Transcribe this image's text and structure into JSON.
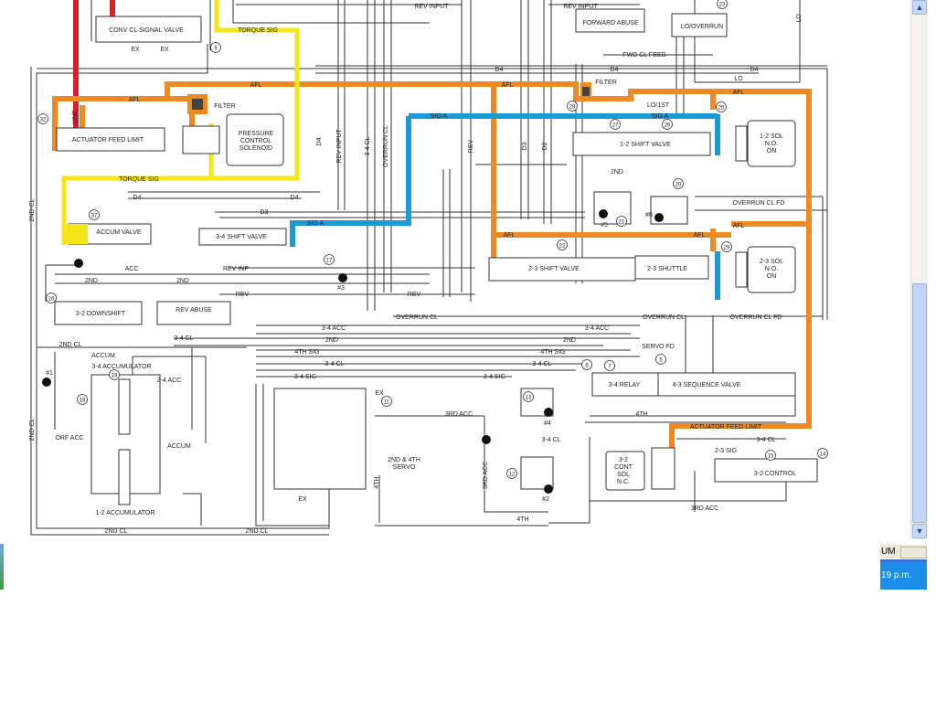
{
  "colors": {
    "line": "#d9202a",
    "afl": "#ee8a24",
    "torque_sig": "#f5e61a",
    "sig_a": "#1a9ad6"
  },
  "labels": {
    "rev_input_top": "REV INPUT",
    "rev_input_top2": "REV INPUT",
    "torque_sig_top": "TORQUE SIG",
    "conv_cl_signal_valve": "CONV CL SIGNAL VALVE",
    "ex": "EX",
    "afl": "AFL",
    "filter": "FILTER",
    "line": "LINE",
    "actuator_feed_limit_valve": "ACTUATOR FEED LIMIT",
    "pressure_control_solenoid_1": "PRESSURE",
    "pressure_control_solenoid_2": "CONTROL",
    "pressure_control_solenoid_3": "SOLENOID",
    "torque_sig": "TORQUE SIG",
    "d4": "D4",
    "d3": "D3",
    "d2": "D2",
    "sig_a": "SIG A",
    "accum_valve": "ACCUM VALVE",
    "acc": "ACC",
    "shift_34": "3-4 SHIFT VALVE",
    "rev_input_v": "REV INPUT",
    "cl_34": "3-4 CL",
    "overrun_cl_v": "OVERRUN CL",
    "rev": "REV",
    "second_cl": "2ND CL",
    "second": "2ND",
    "downshift_32": "3-2 DOWNSHIFT",
    "rev_abuse": "REV ABUSE",
    "rev_inp": "REV INP",
    "acc_34": "3-4 ACC",
    "sig_4th": "4TH SIG",
    "sig_34": "3-4 SIG",
    "accum": "ACCUM",
    "accumulator_34": "3-4 ACCUMULATOR",
    "orf_acc": "ORF ACC",
    "accumulator_12": "1-2 ACCUMULATOR",
    "servo_1": "2ND & 4TH",
    "servo_2": "SERVO",
    "third_acc": "3RD ACC",
    "fourth": "4TH",
    "forward_abuse": "FORWARD ABUSE",
    "lo_overrun": "LO/OVERRUN",
    "fwd_cl_feed": "FWD CL FEED",
    "lo": "LO",
    "lo_1st": "LO/1ST",
    "shift_12": "1-2 SHIFT VALVE",
    "sol12_1": "1-2 SOL",
    "sol12_2": "N.O.",
    "sol12_3": "ON",
    "second_nc": "2ND",
    "overrun_cl_fd": "OVERRUN CL FD",
    "shift_23": "2-3 SHIFT VALVE",
    "shuttle_23": "2-3 SHUTTLE",
    "sol23_1": "2-3 SOL",
    "sol23_2": "N.O.",
    "sol23_3": "ON",
    "overrun_cl": "OVERRUN CL",
    "overrun_cl_fd2": "OVERRUN CL FD",
    "servo_fd": "SERVO FD",
    "relay_34": "3-4 RELAY",
    "sequence_43": "4-3 SEQUENCE VALVE",
    "actuator_feed_limit": "ACTUATOR FEED LIMIT",
    "sig_23": "2-3 SIG",
    "control_32": "3-2 CONTROL",
    "sol32_1": "3-2",
    "sol32_2": "CONT",
    "sol32_3": "SOL",
    "sol32_4": "N.C.",
    "ball1": "#1",
    "ball2": "#2",
    "ball3": "#3",
    "ball4": "#4",
    "ball5": "#5",
    "ball6": "#6"
  },
  "callouts": [
    "9",
    "32",
    "37",
    "16",
    "17",
    "18",
    "19",
    "11",
    "13",
    "12",
    "6",
    "7",
    "5",
    "14",
    "15",
    "20",
    "21",
    "22",
    "23",
    "25",
    "26",
    "27",
    "28",
    "29"
  ],
  "taskbar": {
    "status_text": "UM",
    "clock": "19 p.m."
  },
  "scrollbar": {
    "position_fraction": 0.54
  }
}
